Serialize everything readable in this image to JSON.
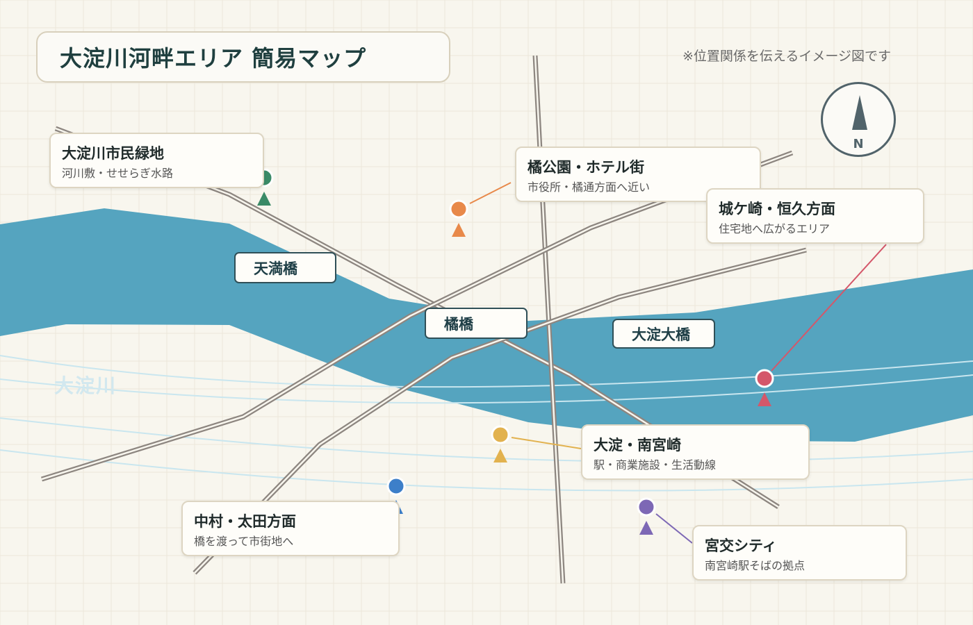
{
  "title": "大淀川河畔エリア 簡易マップ",
  "note": "※位置関係を伝えるイメージ図です",
  "compass": {
    "label": "N",
    "icon": "north-arrow-icon"
  },
  "river": {
    "name": "大淀川",
    "color": "#55a4bf"
  },
  "bridges": [
    {
      "id": "tenmanbashi",
      "label": "天満橋"
    },
    {
      "id": "tachibanabashi",
      "label": "橘橋"
    },
    {
      "id": "oyodo-ohashi",
      "label": "大淀大橋"
    }
  ],
  "areas": [
    {
      "id": "ryokuchi",
      "name": "大淀川市民緑地",
      "desc": "河川敷・せせらぎ水路",
      "color": "#3a8a67",
      "icon": "map-pin-icon"
    },
    {
      "id": "tachibana-park",
      "name": "橘公園・ホテル街",
      "desc": "市役所・橘通方面へ近い",
      "color": "#e8894a",
      "icon": "map-pin-icon"
    },
    {
      "id": "jogasaki",
      "name": "城ケ崎・恒久方面",
      "desc": "住宅地へ広がるエリア",
      "color": "#d4576a",
      "icon": "map-pin-icon"
    },
    {
      "id": "oyodo-minamimiyazaki",
      "name": "大淀・南宮崎",
      "desc": "駅・商業施設・生活動線",
      "color": "#e2b24f",
      "icon": "map-pin-icon"
    },
    {
      "id": "nakamura-ota",
      "name": "中村・太田方面",
      "desc": "橋を渡って市街地へ",
      "color": "#3d7fc9",
      "icon": "map-pin-icon"
    },
    {
      "id": "miyako-city",
      "name": "宮交シティ",
      "desc": "南宮崎駅そばの拠点",
      "color": "#7d68b5",
      "icon": "map-pin-icon"
    }
  ]
}
